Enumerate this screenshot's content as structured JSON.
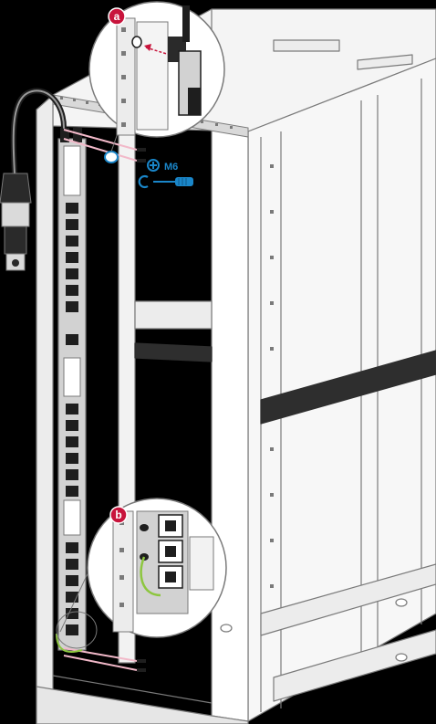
{
  "callouts": {
    "a": {
      "letter": "a"
    },
    "b": {
      "letter": "b"
    }
  },
  "tool": {
    "screw_size": "M6",
    "screwdriver_icon": "phillips-screwdriver-icon",
    "screw_head_icon": "phillips-head-icon"
  },
  "colors": {
    "background": "#000000",
    "line": "#7a7a7a",
    "light_line": "#b5b5b5",
    "fill_white": "#ffffff",
    "fill_panel": "#e6e6e6",
    "pdu_fill": "#d2d2d2",
    "outlet": "#1e1e1e",
    "callout_red": "#c8143c",
    "tool_blue": "#1a86c9",
    "guide_pink": "#f2b9c9",
    "ground_wire": "#8dc63f"
  }
}
